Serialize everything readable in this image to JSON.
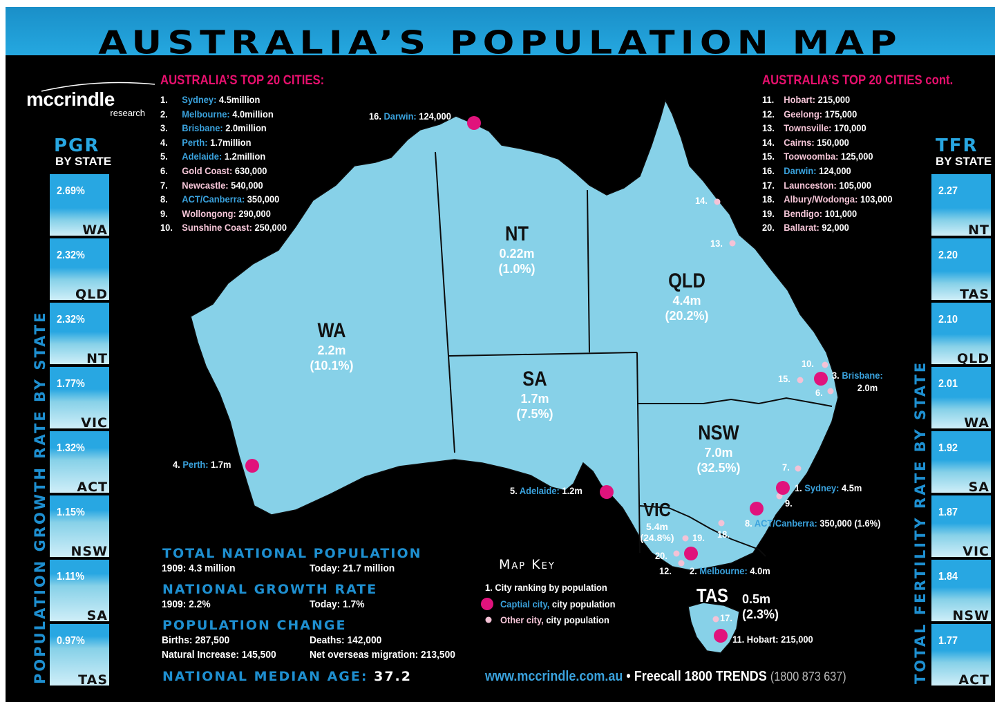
{
  "title": "AUSTRALIA’S POPULATION MAP",
  "logo": {
    "name": "mccrindle",
    "sub": "research"
  },
  "top_cities_heading": "AUSTRALIA’S TOP 20 CITIES:",
  "top_cities_cont_heading": "AUSTRALIA’S TOP 20 CITIES cont.",
  "cities_left": [
    {
      "rank": "1.",
      "name": "Sydney:",
      "pop": "4.5million",
      "capital": true
    },
    {
      "rank": "2.",
      "name": "Melbourne:",
      "pop": "4.0million",
      "capital": true
    },
    {
      "rank": "3.",
      "name": "Brisbane:",
      "pop": "2.0million",
      "capital": true
    },
    {
      "rank": "4.",
      "name": "Perth:",
      "pop": "1.7million",
      "capital": true
    },
    {
      "rank": "5.",
      "name": "Adelaide:",
      "pop": "1.2million",
      "capital": true
    },
    {
      "rank": "6.",
      "name": "Gold Coast:",
      "pop": "630,000",
      "capital": false
    },
    {
      "rank": "7.",
      "name": "Newcastle:",
      "pop": "540,000",
      "capital": false
    },
    {
      "rank": "8.",
      "name": "ACT/Canberra:",
      "pop": "350,000",
      "capital": true
    },
    {
      "rank": "9.",
      "name": "Wollongong:",
      "pop": "290,000",
      "capital": false
    },
    {
      "rank": "10.",
      "name": "Sunshine Coast:",
      "pop": "250,000",
      "capital": false
    }
  ],
  "cities_right": [
    {
      "rank": "11.",
      "name": "Hobart:",
      "pop": "215,000",
      "capital": false
    },
    {
      "rank": "12.",
      "name": "Geelong:",
      "pop": "175,000",
      "capital": false
    },
    {
      "rank": "13.",
      "name": "Townsville:",
      "pop": "170,000",
      "capital": false
    },
    {
      "rank": "14.",
      "name": "Cairns:",
      "pop": "150,000",
      "capital": false
    },
    {
      "rank": "15.",
      "name": "Toowoomba:",
      "pop": "125,000",
      "capital": false
    },
    {
      "rank": "16.",
      "name": "Darwin:",
      "pop": "124,000",
      "capital": true
    },
    {
      "rank": "17.",
      "name": "Launceston:",
      "pop": "105,000",
      "capital": false
    },
    {
      "rank": "18.",
      "name": "Albury/Wodonga:",
      "pop": "103,000",
      "capital": false
    },
    {
      "rank": "19.",
      "name": "Bendigo:",
      "pop": "101,000",
      "capital": false
    },
    {
      "rank": "20.",
      "name": "Ballarat:",
      "pop": "92,000",
      "capital": false
    }
  ],
  "pgr": {
    "title": "PGR",
    "subtitle": "BY STATE",
    "vertical_label": "POPULATION GROWTH RATE BY STATE",
    "rows": [
      {
        "state": "WA",
        "value": "2.69%",
        "level": 1.0
      },
      {
        "state": "QLD",
        "value": "2.32%",
        "level": 0.86
      },
      {
        "state": "NT",
        "value": "2.32%",
        "level": 0.86
      },
      {
        "state": "VIC",
        "value": "1.77%",
        "level": 0.66
      },
      {
        "state": "ACT",
        "value": "1.32%",
        "level": 0.49
      },
      {
        "state": "NSW",
        "value": "1.15%",
        "level": 0.43
      },
      {
        "state": "SA",
        "value": "1.11%",
        "level": 0.41
      },
      {
        "state": "TAS",
        "value": "0.97%",
        "level": 0.36
      }
    ]
  },
  "tfr": {
    "title": "TFR",
    "subtitle": "BY STATE",
    "vertical_label": "TOTAL FERTILITY RATE BY STATE",
    "rows": [
      {
        "state": "NT",
        "value": "2.27",
        "level": 1.0
      },
      {
        "state": "TAS",
        "value": "2.20",
        "level": 0.97
      },
      {
        "state": "QLD",
        "value": "2.10",
        "level": 0.93
      },
      {
        "state": "WA",
        "value": "2.01",
        "level": 0.89
      },
      {
        "state": "SA",
        "value": "1.92",
        "level": 0.85
      },
      {
        "state": "VIC",
        "value": "1.87",
        "level": 0.82
      },
      {
        "state": "NSW",
        "value": "1.84",
        "level": 0.81
      },
      {
        "state": "ACT",
        "value": "1.77",
        "level": 0.78
      }
    ]
  },
  "states": {
    "wa": {
      "code": "WA",
      "pop": "2.2m",
      "pct": "(10.1%)"
    },
    "nt": {
      "code": "NT",
      "pop": "0.22m",
      "pct": "(1.0%)"
    },
    "qld": {
      "code": "QLD",
      "pop": "4.4m",
      "pct": "(20.2%)"
    },
    "sa": {
      "code": "SA",
      "pop": "1.7m",
      "pct": "(7.5%)"
    },
    "nsw": {
      "code": "NSW",
      "pop": "7.0m",
      "pct": "(32.5%)"
    },
    "vic": {
      "code": "VIC",
      "pop": "5.4m",
      "pct": "(24.8%)"
    },
    "tas": {
      "code": "TAS",
      "pop": "0.5m",
      "pct": "(2.3%)"
    }
  },
  "map_labels": {
    "darwin": {
      "num": "16.",
      "name": "Darwin:",
      "pop": "124,000"
    },
    "perth": {
      "num": "4.",
      "name": "Perth:",
      "pop": "1.7m"
    },
    "adelaide": {
      "num": "5.",
      "name": "Adelaide:",
      "pop": "1.2m"
    },
    "brisbane": {
      "num": "3.",
      "name": "Brisbane:",
      "pop": "2.0m"
    },
    "sydney": {
      "num": "1.",
      "name": "Sydney:",
      "pop": "4.5m"
    },
    "canberra": {
      "num": "8.",
      "name": "ACT/Canberra:",
      "pop": "350,000 (1.6%)"
    },
    "melbourne": {
      "num": "2.",
      "name": "Melbourne:",
      "pop": "4.0m"
    },
    "hobart": {
      "num": "11.",
      "name": "Hobart:",
      "pop": "215,000"
    },
    "n14": "14.",
    "n13": "13.",
    "n10": "10.",
    "n15": "15.",
    "n6": "6.",
    "n7": "7.",
    "n9": "9.",
    "n18": "18.",
    "n19": "19.",
    "n20": "20.",
    "n12": "12.",
    "n17": "17."
  },
  "stats": {
    "total_heading": "TOTAL NATIONAL POPULATION",
    "total_1909": "1909: 4.3 million",
    "total_today": "Today: 21.7 million",
    "growth_heading": "NATIONAL GROWTH RATE",
    "growth_1909": "1909: 2.2%",
    "growth_today": "Today: 1.7%",
    "change_heading": "POPULATION CHANGE",
    "births": "Births: 287,500",
    "deaths": "Deaths: 142,000",
    "natural": "Natural Increase: 145,500",
    "migration": "Net overseas migration: 213,500",
    "median_label": "NATIONAL MEDIAN AGE:",
    "median_value": "37.2"
  },
  "map_key": {
    "title": "Map Key",
    "item1": "1. City ranking by population",
    "item2_a": "Captial city,",
    "item2_b": "city population",
    "item3_a": "Other city,",
    "item3_b": "city population"
  },
  "footer": {
    "url": "www.mccrindle.com.au",
    "dot": "•",
    "freecall": "Freecall 1800 TRENDS",
    "phone": "(1800 873 637)"
  },
  "colors": {
    "land": "#87d1e8",
    "capital": "#e0137c",
    "other_city": "#f4c2d6",
    "accent_blue": "#28a7e2",
    "heading_pink": "#e8106e"
  }
}
